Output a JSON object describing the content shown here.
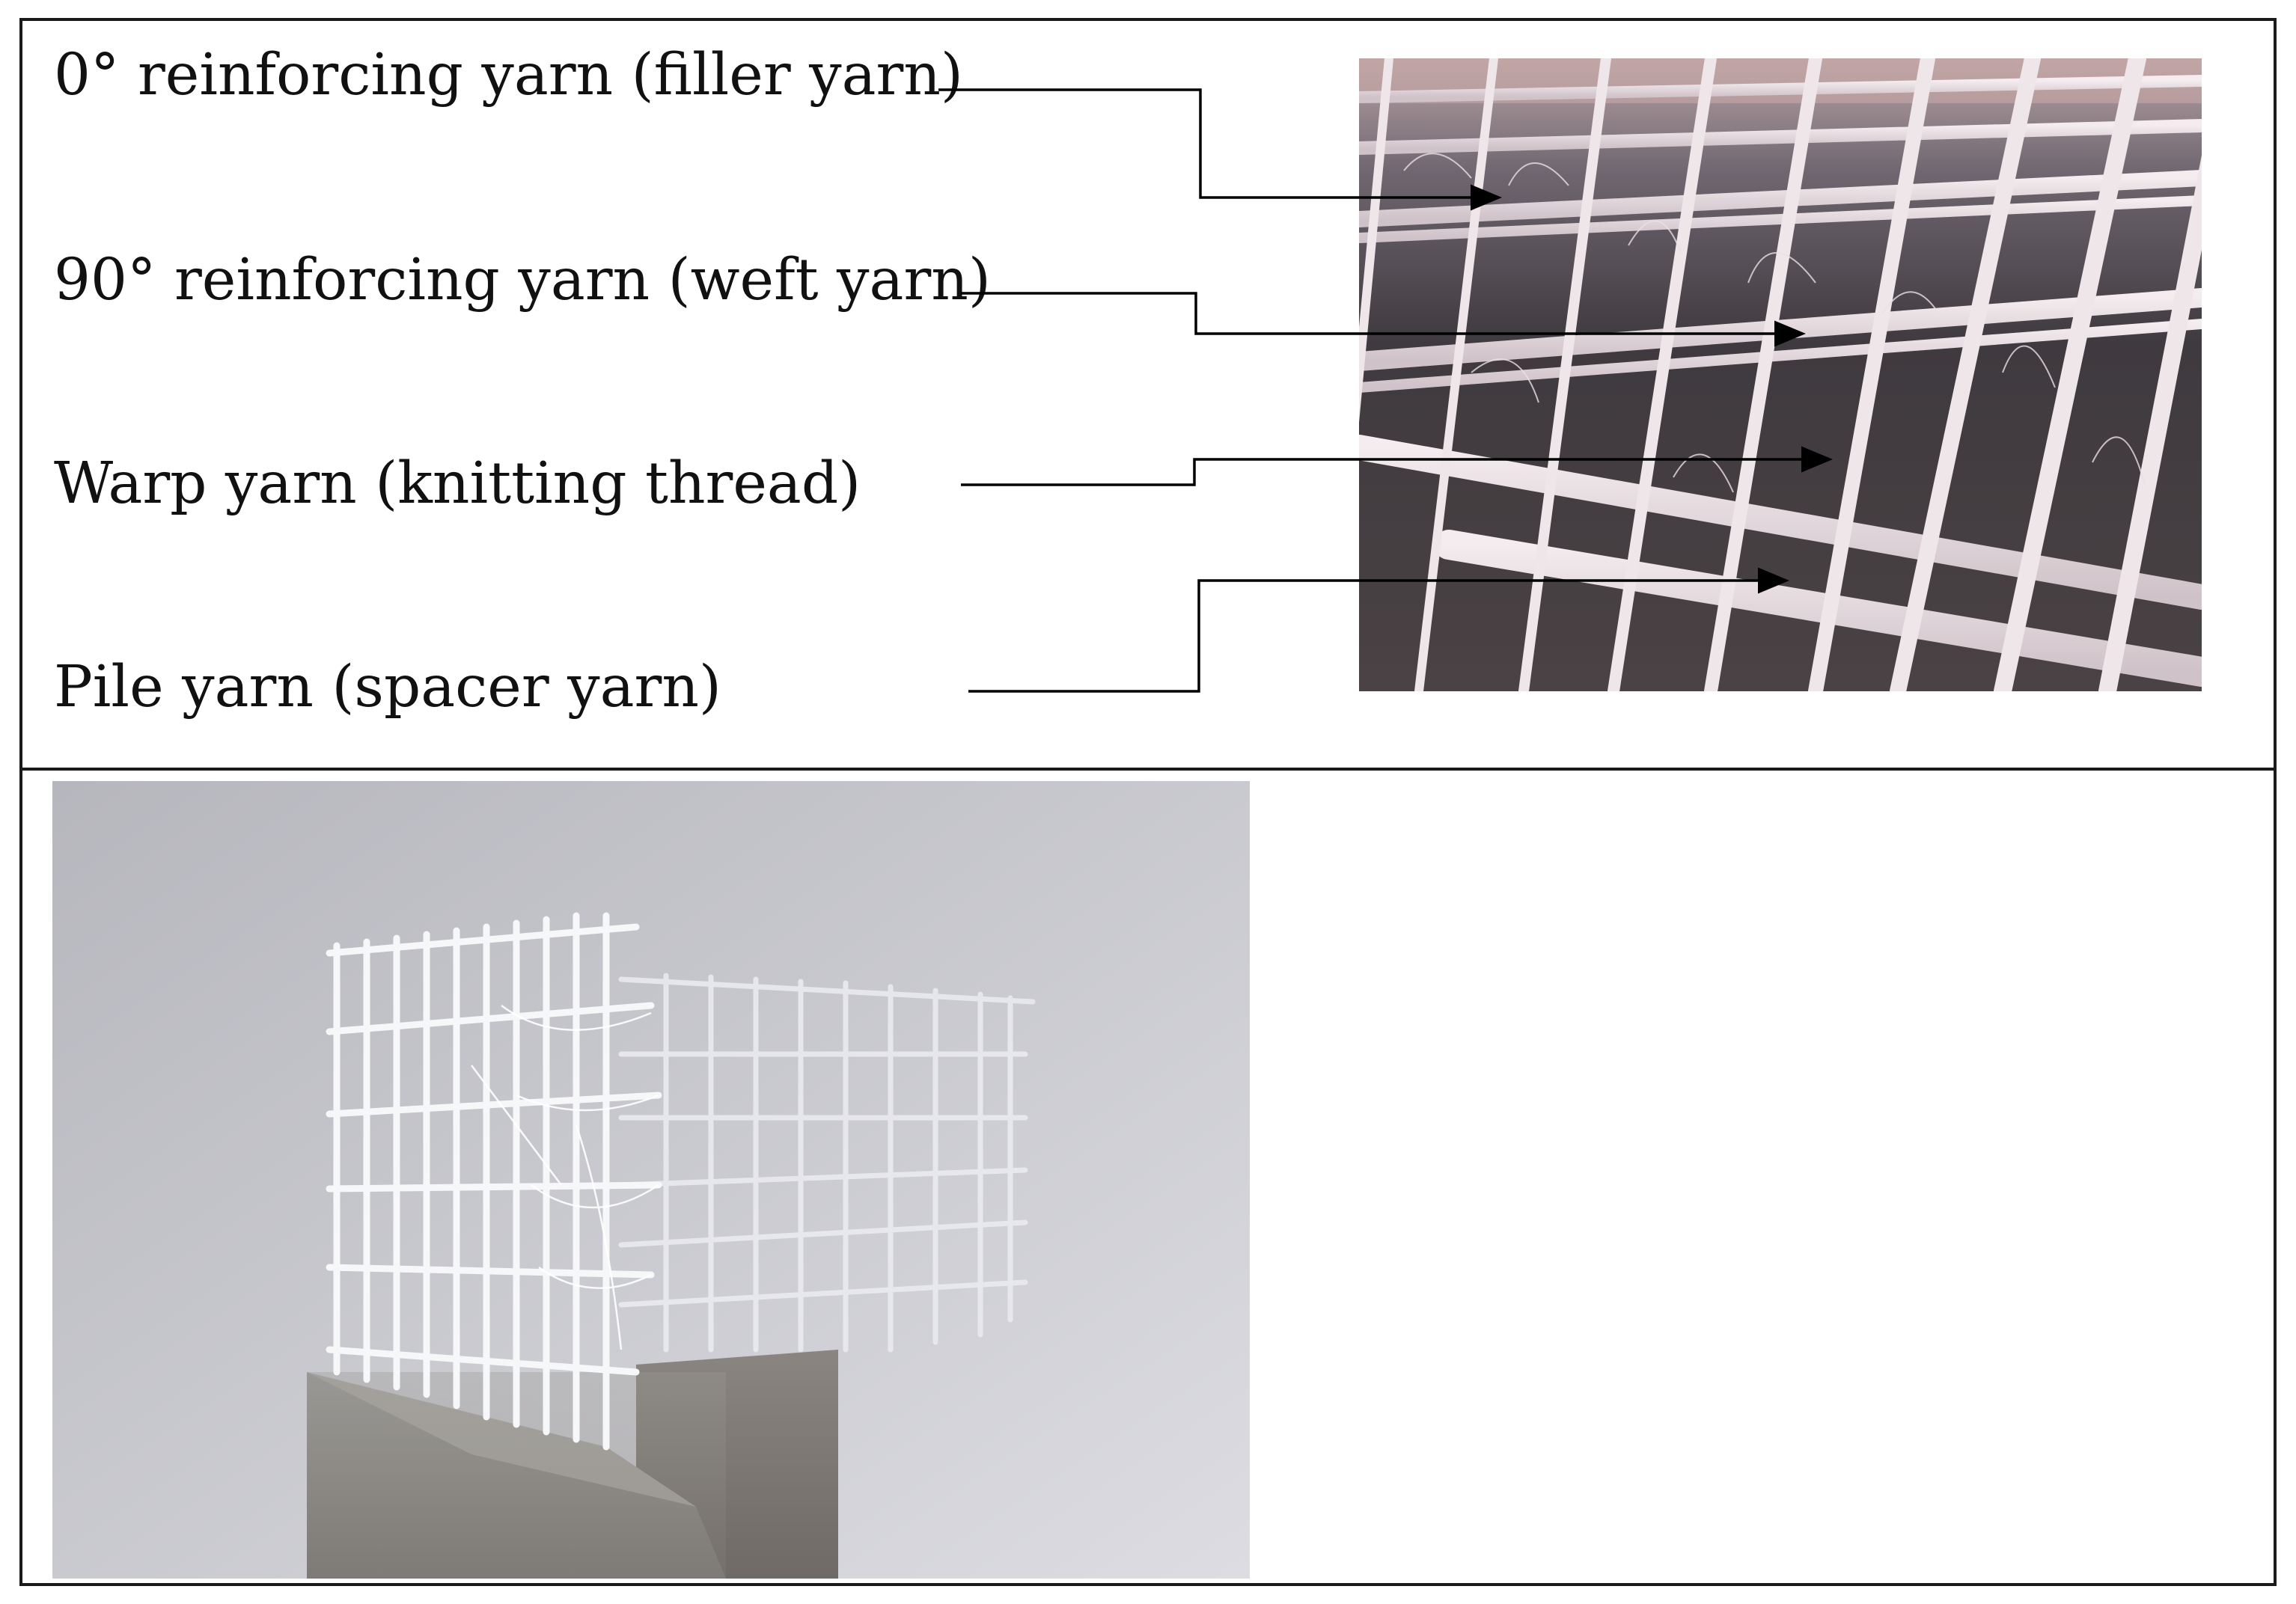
{
  "labels": [
    "0° reinforcing yarn (filler yarn)",
    "90° reinforcing yarn (weft yarn)",
    "Warp yarn (knitting thread)",
    "Pile yarn (spacer yarn)"
  ],
  "colors": {
    "border": "#1a1a1a",
    "leader": "#000000",
    "text": "#111111"
  },
  "images": {
    "top": "close-up photo of a glass fibre spacer fabric grid",
    "bottom": "photo of a 3D fabric reinforcement protruding from a concrete block"
  }
}
